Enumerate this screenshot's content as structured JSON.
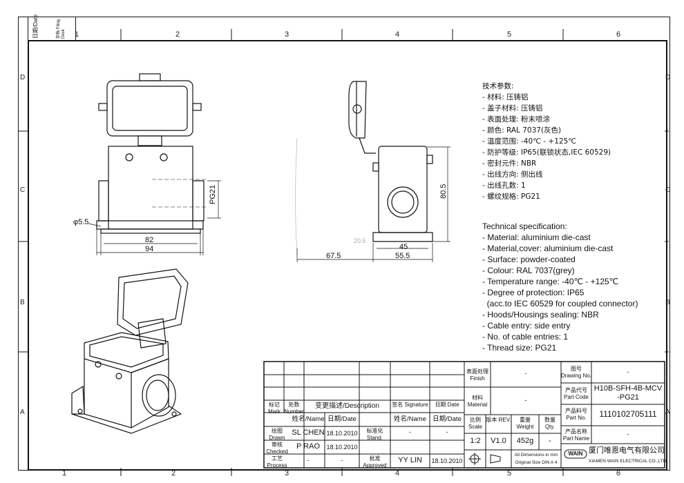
{
  "filing": {
    "date": "日期/Date",
    "desk": "存档 Filing Desk"
  },
  "columns": [
    "1",
    "2",
    "3",
    "4",
    "5",
    "6"
  ],
  "rows": [
    "D",
    "C",
    "B",
    "A"
  ],
  "dimensions": {
    "d55": "φ5.5",
    "w82": "82",
    "w94": "94",
    "pg21": "PG21",
    "h805": "80.5",
    "d675": "67.5",
    "d45": "45",
    "d555": "55.5",
    "d205": "20.5"
  },
  "spec_cn": [
    "技术参数:",
    "- 材料: 压铸铝",
    "- 盖子材料: 压铸铝",
    "- 表面处理: 粉末喷涂",
    "- 颜色: RAL 7037(灰色)",
    "- 温度范围: -40℃ - +125℃",
    "- 防护等级: IP65(联锁状态,IEC 60529)",
    "- 密封元件: NBR",
    "- 出线方向: 侧出线",
    "- 出线孔数: 1",
    "- 螺纹规格: PG21"
  ],
  "spec_en": [
    "Technical specification:",
    "- Material: aluminium die-cast",
    "- Material,cover: aluminium die-cast",
    "- Surface: powder-coated",
    "- Colour: RAL 7037(grey)",
    "- Temperature range: -40℃ - +125℃",
    "- Degree of protection: IP65",
    "  (acc.to IEC 60529 for coupled connector)",
    "- Hoods/Housings sealing: NBR",
    "- Cable entry: side entry",
    "- No. of cable entries: 1",
    "- Thread size: PG21"
  ],
  "title_block": {
    "mark": "标记 Mark",
    "number": "处数 Number",
    "description": "变更描述/Description",
    "signature": "签名 Signature",
    "date": "日期 Date",
    "name_h": "姓名/Name",
    "date_h": "日期/Date",
    "name_h2": "姓名/Name",
    "date_h2": "日期/Date",
    "drawn": "绘图 Drawn",
    "drawn_name": "SL CHEN",
    "drawn_date": "18.10.2010",
    "stand": "标准化 Stand.",
    "stand_name": "-",
    "stand_date": "-",
    "checked": "审核 Checked",
    "checked_name": "P RAO",
    "checked_date": "18.10.2010",
    "process": "工艺 Process",
    "process_name": "-",
    "process_date": "-",
    "approved": "批准 Approved",
    "approved_name": "YY LIN",
    "approved_date": "18.10.2010",
    "finish": "表面处理 Finish",
    "finish_val": "-",
    "material": "材料 Material",
    "material_val": "-",
    "scale": "比例 Scale",
    "scale_val": "1:2",
    "rev": "版本 REV.",
    "rev_val": "V1.0",
    "weight": "重量 Weight",
    "weight_val": "452g",
    "qty": "数量 Qty.",
    "qty_val": "-",
    "dims_note1": "All Dimensions in mm",
    "dims_note2": "Original Size DIN A 4",
    "drawing_no": "图号 Drawing No.",
    "drawing_no_val": "-",
    "part_code": "产品代号 Part Code",
    "part_code_val1": "H10B-SFH-4B-MCV",
    "part_code_val2": "-PG21",
    "part_no": "产品料号 Part No.",
    "part_no_val": "1110102705111",
    "part_name": "产品名称 Part Name",
    "part_name_val": "-",
    "logo": "WAIN",
    "company_cn": "厦门唯恩电气有限公司",
    "company_en": "XIAMEN WAIN ELECTRICAL CO.,LTD"
  }
}
